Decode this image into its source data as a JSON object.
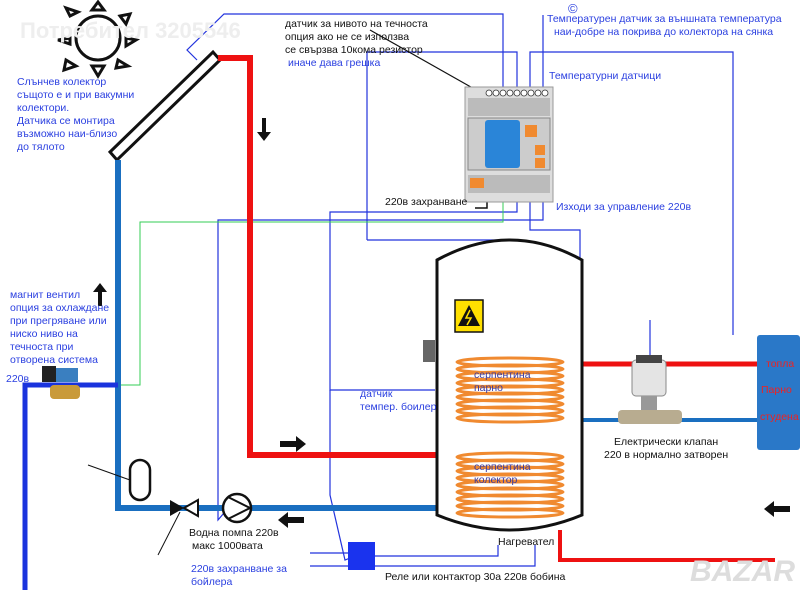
{
  "watermark": "Потребител 3205546",
  "logo": "BAZAR",
  "labels": {
    "collector": [
      "Слънчев колектор",
      "същото е и при вакумни",
      "колектори.",
      "Датчика се монтира",
      "възможно наи-близо",
      "до тялото"
    ],
    "level_sensor": [
      "датчик за нивото на течноста",
      "опция ако не се използва",
      "се свързва 10кома резистор"
    ],
    "level_sensor_note": "иначе дава грешка",
    "copyright": "©",
    "outside_sensor": [
      "Температурен датчик  за външната температура",
      "наи-добре на покрива до колектора на сянка"
    ],
    "temp_sensors": "Температурни  датчици",
    "power_supply": "220в захранване",
    "outputs": "Изходи за управление 220в",
    "magnet_valve": [
      "магнит вентил",
      "опция за охлаждане",
      "при прегряване или",
      "ниско ниво на",
      "течноста при",
      "отворена система"
    ],
    "valve_voltage": "220в",
    "boiler_sensor": [
      "датчик",
      "темпер. боилер"
    ],
    "coil_heating": [
      "серпентина",
      "парно"
    ],
    "coil_collector": [
      "серпентина",
      "колектор"
    ],
    "electric_valve": [
      "Електрически клапан",
      "220 в нормално затворен"
    ],
    "boiler_box": [
      "топла",
      "Парно",
      "студена"
    ],
    "pump": [
      "Водна помпа 220в",
      "макс 1000вата"
    ],
    "boiler_power": [
      "220в захранване за",
      "бойлера"
    ],
    "heater": "Нагревател",
    "relay": "Реле или контактор 30а 220в бобина"
  },
  "colors": {
    "hot": "#ee1111",
    "cold": "#1a6fc0",
    "wire": "#2233dd",
    "coil": "#f08a30",
    "signal": "#33cc55"
  }
}
